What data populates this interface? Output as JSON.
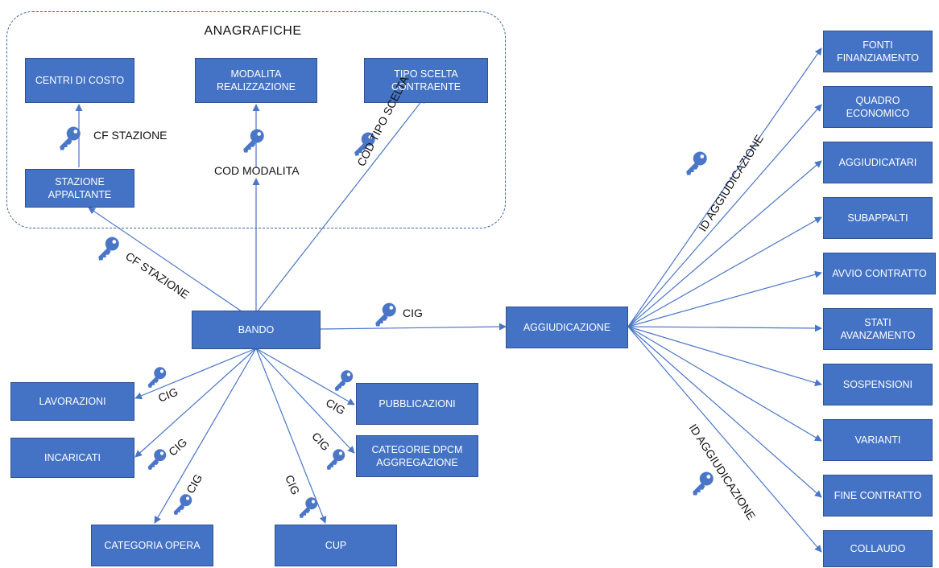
{
  "colors": {
    "box_fill": "#4472c4",
    "box_border": "#2f528f",
    "line": "#4a76c8",
    "key": "#4a76c8"
  },
  "group": {
    "title": "ANAGRAFICHE"
  },
  "nodes": {
    "centri_di_costo": "CENTRI DI COSTO",
    "modalita_realizzazione": "MODALITA\nREALIZZAZIONE",
    "tipo_scelta_contraente": "TIPO SCELTA\nCONTRAENTE",
    "stazione_appaltante": "STAZIONE\nAPPALTANTE",
    "bando": "BANDO",
    "aggiudicazione": "AGGIUDICAZIONE",
    "lavorazioni": "LAVORAZIONI",
    "incaricati": "INCARICATI",
    "categoria_opera": "CATEGORIA OPERA",
    "cup": "CUP",
    "pubblicazioni": "PUBBLICAZIONI",
    "categorie_dpcm": "CATEGORIE DPCM\nAGGREGAZIONE",
    "fonti_finanziamento": "FONTI\nFINANZIAMENTO",
    "quadro_economico": "QUADRO\nECONOMICO",
    "aggiudicatari": "AGGIUDICATARI",
    "subappalti": "SUBAPPALTI",
    "avvio_contratto": "AVVIO CONTRATTO",
    "stati_avanzamento": "STATI\nAVANZAMENTO",
    "sospensioni": "SOSPENSIONI",
    "varianti": "VARIANTI",
    "fine_contratto": "FINE CONTRATTO",
    "collaudo": "COLLAUDO"
  },
  "labels": {
    "cf_stazione_top": "CF STAZIONE",
    "cod_modalita": "COD MODALITA",
    "cod_tipo_scelta": "COD TIPO SCELTA",
    "cf_stazione_diag": "CF STAZIONE",
    "cig_main": "CIG",
    "cig_lavorazioni": "CIG",
    "cig_incaricati": "CIG",
    "cig_categoria": "CIG",
    "cig_cup": "CIG",
    "cig_categorie_dpcm": "CIG",
    "cig_pubblicazioni": "CIG",
    "id_aggiudicazione_top": "ID AGGIUDICAZIONE",
    "id_aggiudicazione_bottom": "ID AGGIUDICAZIONE"
  },
  "icons": {
    "key": "key-icon"
  }
}
